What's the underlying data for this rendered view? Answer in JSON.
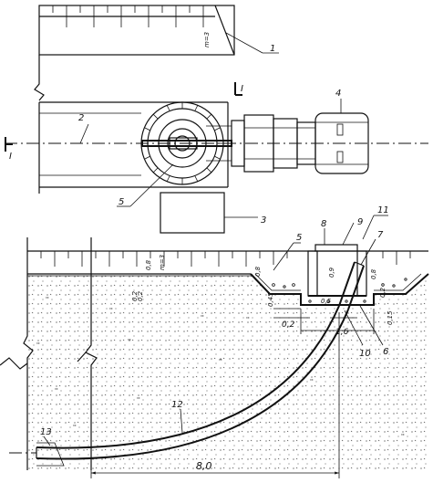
{
  "callouts": {
    "n1": "1",
    "n2": "2",
    "n3": "3",
    "n4": "4",
    "n5_plan": "5",
    "n5_sec": "5",
    "n6": "6",
    "n7": "7",
    "n8": "8",
    "n9": "9",
    "n10": "10",
    "n11": "11",
    "n12": "12",
    "n13": "13"
  },
  "section_mark": "I",
  "slope_labels": {
    "plan": "m=3",
    "section": "m=3"
  },
  "dims": {
    "d08_left": "0,8",
    "d02_left": "0,2",
    "d02_mid": "0,2",
    "d08_pit": "0,8",
    "d09": "0,9",
    "d08_pit_r": "0,8",
    "d02_pit_r": "0,2",
    "d45": "0,45",
    "d16": "1,6",
    "d015": "0,15",
    "d05": "0,5",
    "d02_under": "0,2",
    "total_length": "8,0"
  },
  "ground_marks": [
    "''",
    "''",
    "''",
    "''",
    "''",
    "''",
    "''",
    "''",
    "''",
    "''",
    "''",
    "''",
    "''",
    "''"
  ]
}
